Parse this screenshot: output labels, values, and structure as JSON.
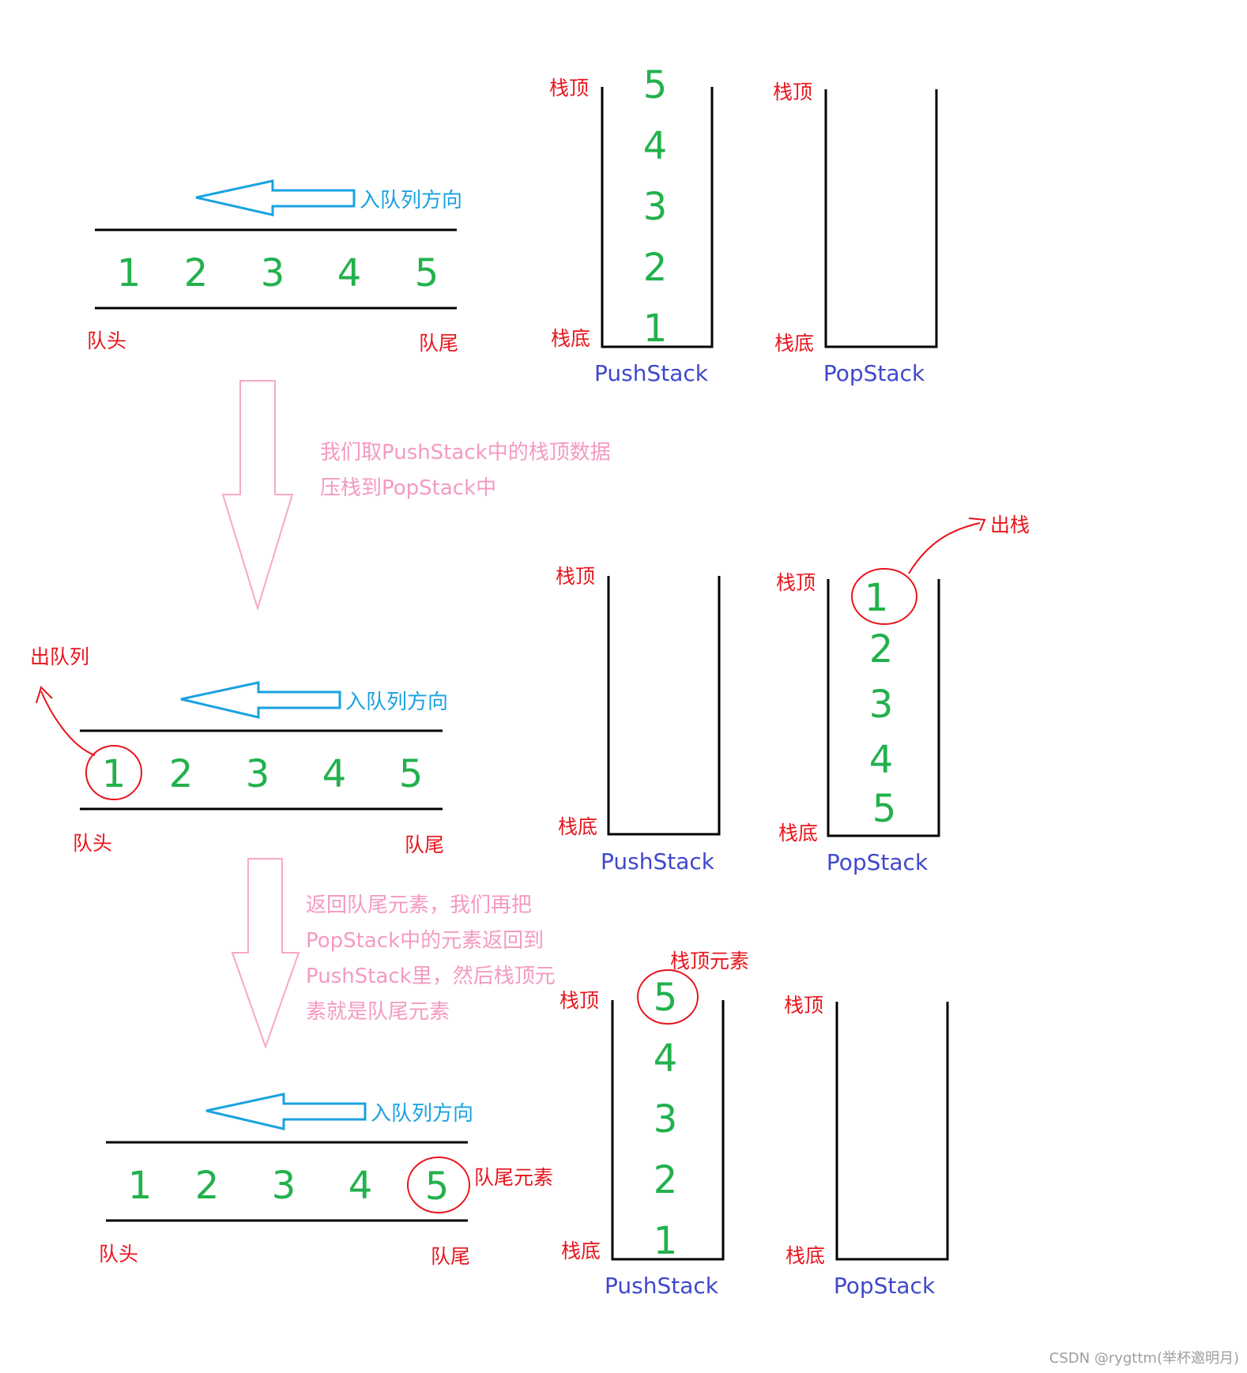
{
  "labels": {
    "stack_top": "栈顶",
    "stack_bottom": "栈底",
    "queue_head": "队头",
    "queue_tail": "队尾",
    "enqueue_direction": "入队列方向",
    "push_stack": "PushStack",
    "pop_stack": "PopStack",
    "dequeue": "出队列",
    "pop": "出栈",
    "stack_top_element": "栈顶元素",
    "queue_tail_element": "队尾元素"
  },
  "queue_values": [
    "1",
    "2",
    "3",
    "4",
    "5"
  ],
  "pushstack_values_top_to_bottom": [
    "5",
    "4",
    "3",
    "2",
    "1"
  ],
  "popstack_values_top_to_bottom": [
    "1",
    "2",
    "3",
    "4",
    "5"
  ],
  "notes": {
    "step1": [
      "我们取PushStack中的栈顶数据",
      "压栈到PopStack中"
    ],
    "step2": [
      "返回队尾元素，我们再把",
      "PopStack中的元素返回到",
      "PushStack里，然后栈顶元",
      "素就是队尾元素"
    ]
  },
  "watermark": "CSDN @rygttm(举杯邀明月)",
  "colors": {
    "number": "#22b14c",
    "label_red": "#e8141c",
    "stack_name": "#3f48cc",
    "direction_blue": "#1aa2e0",
    "note_pink": "#f49ac1",
    "arrow_pink": "#f7a8c8",
    "highlight_circle": "#e8141c"
  }
}
